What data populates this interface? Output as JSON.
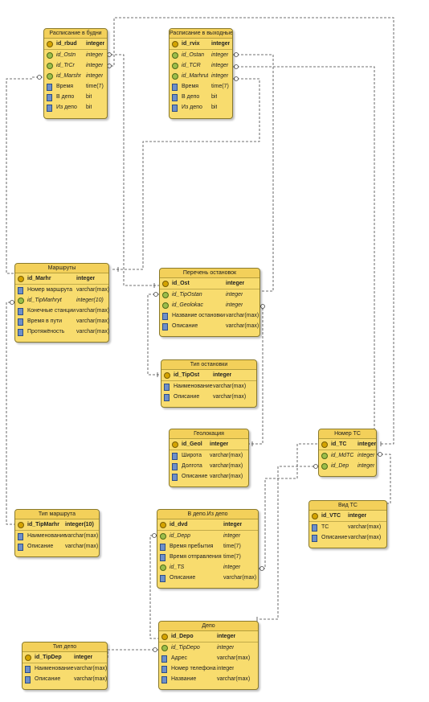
{
  "entities": [
    {
      "id": "raspisanie_budni",
      "title": "Расписание в будни",
      "rows": [
        {
          "name": "id_rbud",
          "type": "integer",
          "kind": "pk"
        },
        {
          "name": "id_Ostn",
          "type": "integer",
          "kind": "fk"
        },
        {
          "name": "id_TrCr",
          "type": "integer",
          "kind": "fk"
        },
        {
          "name": "id_Marshr",
          "type": "integer",
          "kind": "fk"
        },
        {
          "name": "Время",
          "type": "time(7)",
          "kind": "col"
        },
        {
          "name": "В депо",
          "type": "bit",
          "kind": "col"
        },
        {
          "name": "Из депо",
          "type": "bit",
          "kind": "col"
        }
      ]
    },
    {
      "id": "raspisanie_vyhodnye",
      "title": "Расписание в выходные",
      "rows": [
        {
          "name": "id_rvix",
          "type": "integer",
          "kind": "pk"
        },
        {
          "name": "id_Ostan",
          "type": "integer",
          "kind": "fk"
        },
        {
          "name": "id_TCR",
          "type": "integer",
          "kind": "fk"
        },
        {
          "name": "id_Marhrut",
          "type": "integer",
          "kind": "fk"
        },
        {
          "name": "Время",
          "type": "time(7)",
          "kind": "col"
        },
        {
          "name": "В депо",
          "type": "bit",
          "kind": "col"
        },
        {
          "name": "Из депо",
          "type": "bit",
          "kind": "col"
        }
      ]
    },
    {
      "id": "marshruty",
      "title": "Маршруты",
      "rows": [
        {
          "name": "id_Marhr",
          "type": "integer",
          "kind": "pk"
        },
        {
          "name": "Номер маршрута",
          "type": "varchar(max)",
          "kind": "col"
        },
        {
          "name": "id_TipMarhryt",
          "type": "integer(10)",
          "kind": "fk"
        },
        {
          "name": "Конечные станции",
          "type": "varchar(max)",
          "kind": "col"
        },
        {
          "name": "Время в пути",
          "type": "varchar(max)",
          "kind": "col"
        },
        {
          "name": "Протяжёность",
          "type": "varchar(max)",
          "kind": "col"
        }
      ]
    },
    {
      "id": "perechen_ostanovok",
      "title": "Перечень остановок",
      "rows": [
        {
          "name": "id_Ost",
          "type": "integer",
          "kind": "pk"
        },
        {
          "name": "id_TipOstan",
          "type": "integer",
          "kind": "fk"
        },
        {
          "name": "id_Geolokac",
          "type": "integer",
          "kind": "fk"
        },
        {
          "name": "Название остановки",
          "type": "varchar(max)",
          "kind": "col"
        },
        {
          "name": "Описание",
          "type": "varchar(max)",
          "kind": "col"
        }
      ]
    },
    {
      "id": "tip_ostanovki",
      "title": "Тип остановки",
      "rows": [
        {
          "name": "id_TipOst",
          "type": "integer",
          "kind": "pk"
        },
        {
          "name": "Наименование",
          "type": "varchar(max)",
          "kind": "col"
        },
        {
          "name": "Описание",
          "type": "varchar(max)",
          "kind": "col"
        }
      ]
    },
    {
      "id": "geolokaciya",
      "title": "Геолокация",
      "rows": [
        {
          "name": "id_Geol",
          "type": "integer",
          "kind": "pk"
        },
        {
          "name": "Широта",
          "type": "varchar(max)",
          "kind": "col"
        },
        {
          "name": "Долгота",
          "type": "varchar(max)",
          "kind": "col"
        },
        {
          "name": "Описание",
          "type": "varchar(max)",
          "kind": "col"
        }
      ]
    },
    {
      "id": "nomer_tc",
      "title": "Номер ТС",
      "rows": [
        {
          "name": "id_TC",
          "type": "integer",
          "kind": "pk"
        },
        {
          "name": "id_MdTC",
          "type": "integer",
          "kind": "fk"
        },
        {
          "name": "id_Dep",
          "type": "integer",
          "kind": "fk"
        }
      ]
    },
    {
      "id": "vid_tc",
      "title": "Вид ТС",
      "rows": [
        {
          "name": "id_VTC",
          "type": "integer",
          "kind": "pk"
        },
        {
          "name": "ТС",
          "type": "varchar(max)",
          "kind": "col"
        },
        {
          "name": "Описание",
          "type": "varchar(max)",
          "kind": "col"
        }
      ]
    },
    {
      "id": "tip_marshruta",
      "title": "Тип маршрута",
      "rows": [
        {
          "name": "id_TipMarhr",
          "type": "integer(10)",
          "kind": "pk"
        },
        {
          "name": "Наименование",
          "type": "varchar(max)",
          "kind": "col"
        },
        {
          "name": "Описание",
          "type": "varchar(max)",
          "kind": "col"
        }
      ]
    },
    {
      "id": "v_depo_iz_depo",
      "title": "В депо.Из депо",
      "rows": [
        {
          "name": "id_dvd",
          "type": "integer",
          "kind": "pk"
        },
        {
          "name": "id_Depp",
          "type": "integer",
          "kind": "fk"
        },
        {
          "name": "Время пребытия",
          "type": "time(7)",
          "kind": "col"
        },
        {
          "name": "Время отправления",
          "type": "time(7)",
          "kind": "col"
        },
        {
          "name": "id_TS",
          "type": "integer",
          "kind": "fk"
        },
        {
          "name": "Описание",
          "type": "varchar(max)",
          "kind": "col"
        }
      ]
    },
    {
      "id": "depo",
      "title": "Депо",
      "rows": [
        {
          "name": "id_Depo",
          "type": "integer",
          "kind": "pk"
        },
        {
          "name": "id_TipDepo",
          "type": "integer",
          "kind": "fk"
        },
        {
          "name": "Адрес",
          "type": "varchar(max)",
          "kind": "col"
        },
        {
          "name": "Номер телефона",
          "type": "integer",
          "kind": "col"
        },
        {
          "name": "Название",
          "type": "varchar(max)",
          "kind": "col"
        }
      ]
    },
    {
      "id": "tip_depo",
      "title": "Тип депо",
      "rows": [
        {
          "name": "id_TipDep",
          "type": "integer",
          "kind": "pk"
        },
        {
          "name": "Наименование",
          "type": "varchar(max)",
          "kind": "col"
        },
        {
          "name": "Описание",
          "type": "varchar(max)",
          "kind": "col"
        }
      ]
    }
  ]
}
